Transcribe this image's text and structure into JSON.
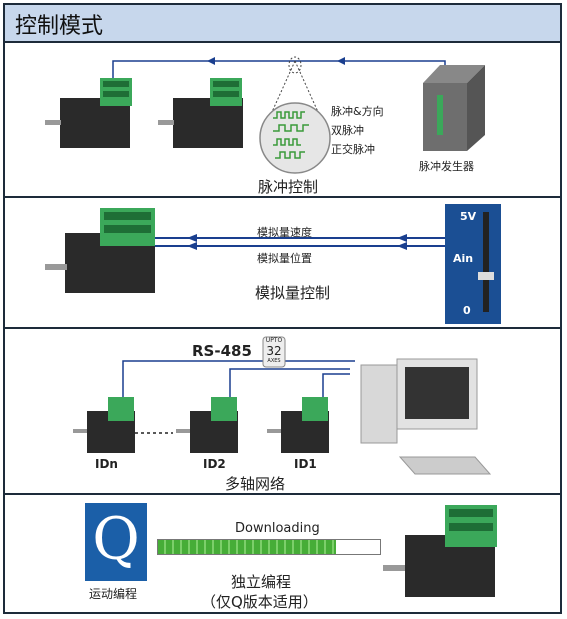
{
  "header": {
    "title": "控制模式"
  },
  "pulse": {
    "modes": [
      "脉冲&方向",
      "双脉冲",
      "正交脉冲"
    ],
    "generator_label": "脉冲发生器",
    "caption": "脉冲控制"
  },
  "analog": {
    "speed_label": "模拟量速度",
    "position_label": "模拟量位置",
    "caption": "模拟量控制",
    "panel": {
      "top": "5V",
      "mid": "Ain",
      "bottom": "0"
    }
  },
  "network": {
    "protocol": "RS-485",
    "badge_top": "UPTO",
    "badge_num": "32",
    "badge_bottom": "AXES",
    "ids": [
      "IDn",
      "ID2",
      "ID1"
    ],
    "caption": "多轴网络"
  },
  "standalone": {
    "logo_letter": "Q",
    "logo_caption": "运动编程",
    "download_label": "Downloading",
    "progress": 0.8,
    "caption_line1": "独立编程",
    "caption_line2": "（仅Q版本适用）"
  },
  "colors": {
    "accent": "#1a3f8f",
    "title_bg": "#c7d7ec",
    "progress": "#4caf3a",
    "logo_bg": "#1b5fa8"
  }
}
